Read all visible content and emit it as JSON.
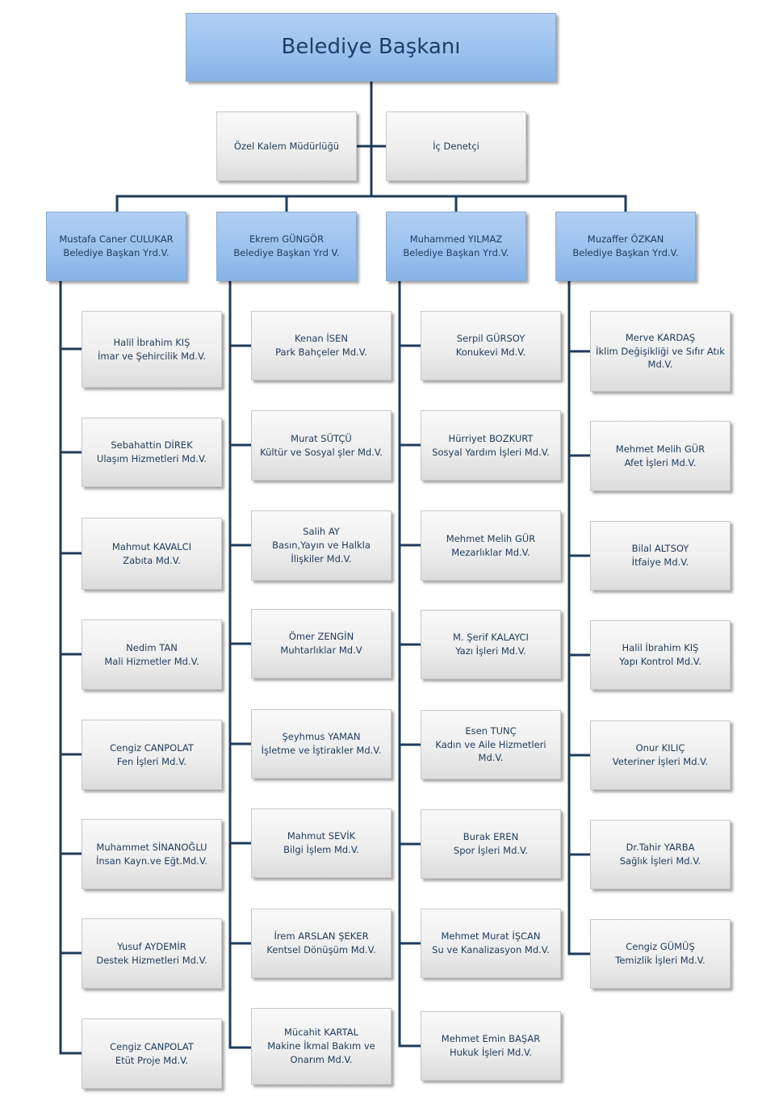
{
  "root": {
    "title": "Belediye  Başkanı"
  },
  "staff": [
    {
      "line1": "Özel Kalem Müdürlüğü"
    },
    {
      "line1": "İç Denetçi"
    }
  ],
  "deputies": [
    {
      "name": "Mustafa Caner CULUKAR",
      "role": "Belediye Başkan Yrd.V."
    },
    {
      "name": "Ekrem GÜNGÖR",
      "role": "Belediye Başkan Yrd V."
    },
    {
      "name": "Muhammed YILMAZ",
      "role": "Belediye Başkan Yrd.V."
    },
    {
      "name": "Muzaffer ÖZKAN",
      "role": "Belediye Başkan Yrd.V."
    }
  ],
  "columns": [
    [
      {
        "name": "Halil İbrahim KIŞ",
        "role": "İmar ve Şehircilik Md.V."
      },
      {
        "name": "Sebahattin DİREK",
        "role": "Ulaşım Hizmetleri Md.V."
      },
      {
        "name": "Mahmut KAVALCI",
        "role": "Zabıta Md.V."
      },
      {
        "name": "Nedim TAN",
        "role": "Mali Hizmetler Md.V."
      },
      {
        "name": "Cengiz CANPOLAT",
        "role": "Fen İşleri Md.V."
      },
      {
        "name": "Muhammet SİNANOĞLU",
        "role": "İnsan Kayn.ve Eğt.Md.V."
      },
      {
        "name": "Yusuf AYDEMİR",
        "role": "Destek Hizmetleri Md.V."
      },
      {
        "name": "Cengiz CANPOLAT",
        "role": "Etüt Proje Md.V."
      }
    ],
    [
      {
        "name": "Kenan İSEN",
        "role": "Park Bahçeler Md.V."
      },
      {
        "name": "Murat SÜTÇÜ",
        "role": "Kültür ve Sosyal şler Md.V."
      },
      {
        "name": "Salih AY",
        "role": "Basın,Yayın ve Halkla İlişkiler Md.V."
      },
      {
        "name": "Ömer ZENGİN",
        "role": "Muhtarlıklar Md.V"
      },
      {
        "name": "Şeyhmus YAMAN",
        "role": "İşletme ve  İştirakler Md.V."
      },
      {
        "name": "Mahmut  SEVİK",
        "role": "Bilgi İşlem Md.V."
      },
      {
        "name": "İrem ARSLAN ŞEKER",
        "role": "Kentsel Dönüşüm Md.V."
      },
      {
        "name": "Mücahit KARTAL",
        "role": "Makine İkmal Bakım ve Onarım Md.V."
      }
    ],
    [
      {
        "name": "Serpil GÜRSOY",
        "role": "Konukevi Md.V."
      },
      {
        "name": "Hürriyet BOZKURT",
        "role": "Sosyal Yardım İşleri Md.V."
      },
      {
        "name": "Mehmet Melih GÜR",
        "role": "Mezarlıklar Md.V."
      },
      {
        "name": "M. Şerif KALAYCI",
        "role": "Yazı İşleri Md.V."
      },
      {
        "name": "Esen TUNÇ",
        "role": "Kadın ve Aile Hizmetleri Md.V."
      },
      {
        "name": "Burak EREN",
        "role": "Spor İşleri Md.V."
      },
      {
        "name": "Mehmet Murat İŞCAN",
        "role": "Su ve Kanalizasyon Md.V."
      },
      {
        "name": "Mehmet Emin BAŞAR",
        "role": "Hukuk İşleri Md.V."
      }
    ],
    [
      {
        "name": "Merve KARDAŞ",
        "role": "İklim Değişikliği ve Sıfır Atık Md.V."
      },
      {
        "name": "Mehmet Melih GÜR",
        "role": "Afet İşleri Md.V."
      },
      {
        "name": "Bilal ALTSOY",
        "role": "İtfaiye Md.V."
      },
      {
        "name": "Halil İbrahim KIŞ",
        "role": "Yapı Kontrol Md.V."
      },
      {
        "name": "Onur KILIÇ",
        "role": "Veteriner İşleri Md.V."
      },
      {
        "name": "Dr.Tahir YARBA",
        "role": "Sağlık İşleri Md.V."
      },
      {
        "name": "Cengiz GÜMÜŞ",
        "role": "Temizlik İşleri Md.V."
      }
    ]
  ]
}
